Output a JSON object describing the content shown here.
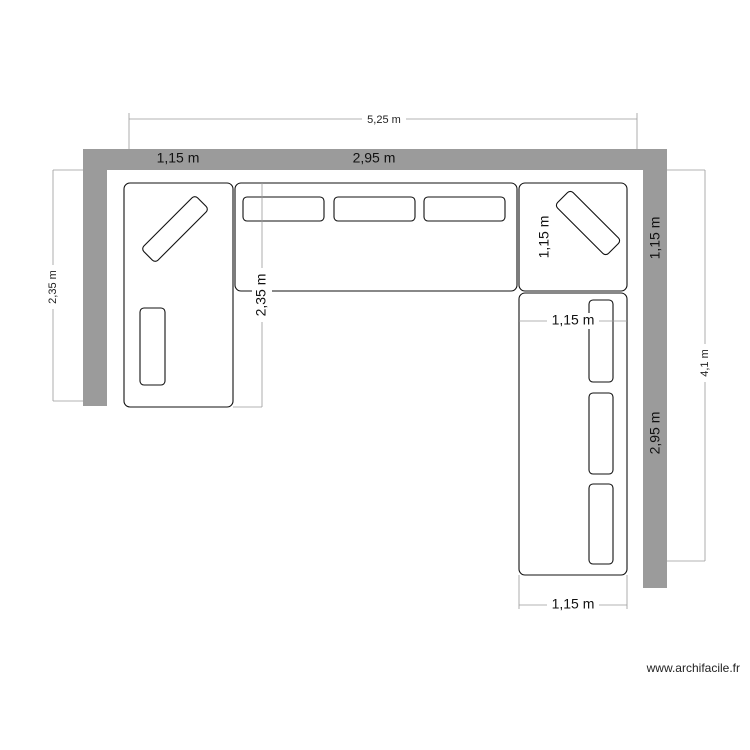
{
  "dimensions": {
    "total_width": "5,25 m",
    "top_left_section": "1,15 m",
    "top_middle_section": "2,95 m",
    "left_height_outer": "2,35 m",
    "left_height_inner": "2,35 m",
    "corner_seat_height": "1,15 m",
    "right_wall_corner": "1,15 m",
    "right_seat_width": "1,15 m",
    "right_wall_length": "2,95 m",
    "right_total_height": "4,1 m",
    "bottom_width": "1,15 m"
  },
  "credit": "www.archifacile.fr",
  "colors": {
    "wall": "#9b9b9b",
    "outline": "#111111",
    "dimension_line": "#9a9a9a"
  }
}
